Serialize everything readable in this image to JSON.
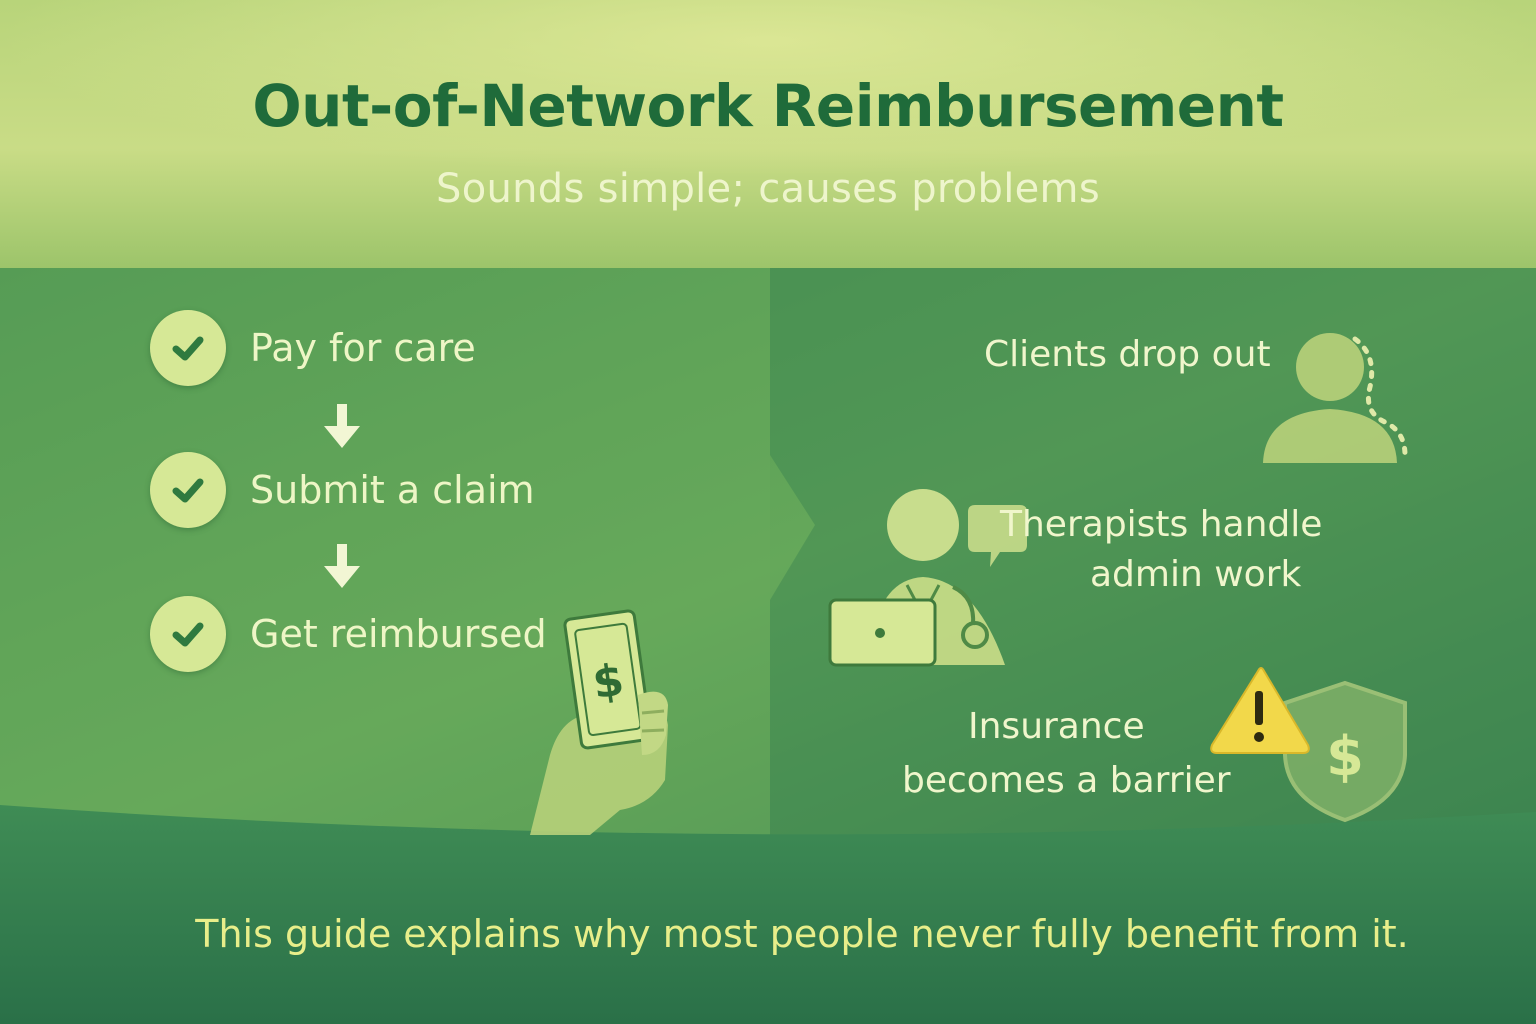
{
  "title": "Out-of-Network Reimbursement",
  "subtitle": "Sounds simple; causes problems",
  "steps": [
    {
      "label": "Pay for care",
      "icon": "check-icon"
    },
    {
      "label": "Submit a claim",
      "icon": "check-icon"
    },
    {
      "label": "Get reimbursed",
      "icon": "check-icon"
    }
  ],
  "problems": {
    "clients": "Clients drop out",
    "therapists_line1": "Therapists handle",
    "therapists_line2": "admin work",
    "insurance_line1": "Insurance",
    "insurance_line2": "becomes a barrier"
  },
  "footer": "This guide explains why most people never fully benefit from it.",
  "colors": {
    "title": "#1f6b3a",
    "accent_light": "#d6e896",
    "warning": "#f2d84a",
    "footer_text": "#e8ee8a"
  }
}
